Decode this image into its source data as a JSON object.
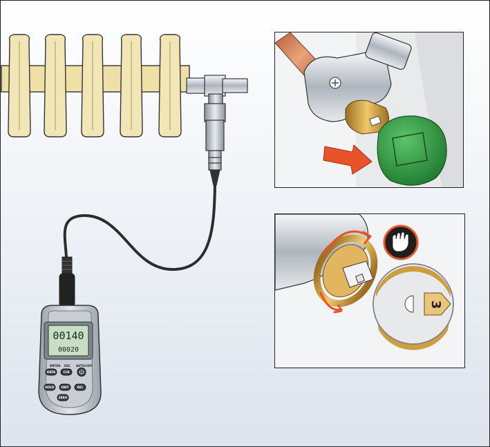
{
  "meter": {
    "reading_main": "00140",
    "reading_sub": "00020",
    "labels": {
      "enter": "ENTER",
      "esc": "ESC",
      "auto_off": "AUTO/OFF"
    },
    "buttons": {
      "data": "DATA",
      "clr": "CLR",
      "hold": "HOLD",
      "unit": "UNIT",
      "rel": "REL",
      "zero": "ZERO"
    }
  },
  "dial": {
    "setting": "3"
  },
  "icons": {
    "hand": "hand-icon",
    "arrow": "remove-arrow-icon",
    "power": "power-icon"
  },
  "colors": {
    "radiator": "#f3e6b6",
    "cap_green": "#2f9a42",
    "arrow_orange": "#e8532a",
    "brass": "#d6a54a",
    "pipe_copper": "#d27a4a"
  }
}
